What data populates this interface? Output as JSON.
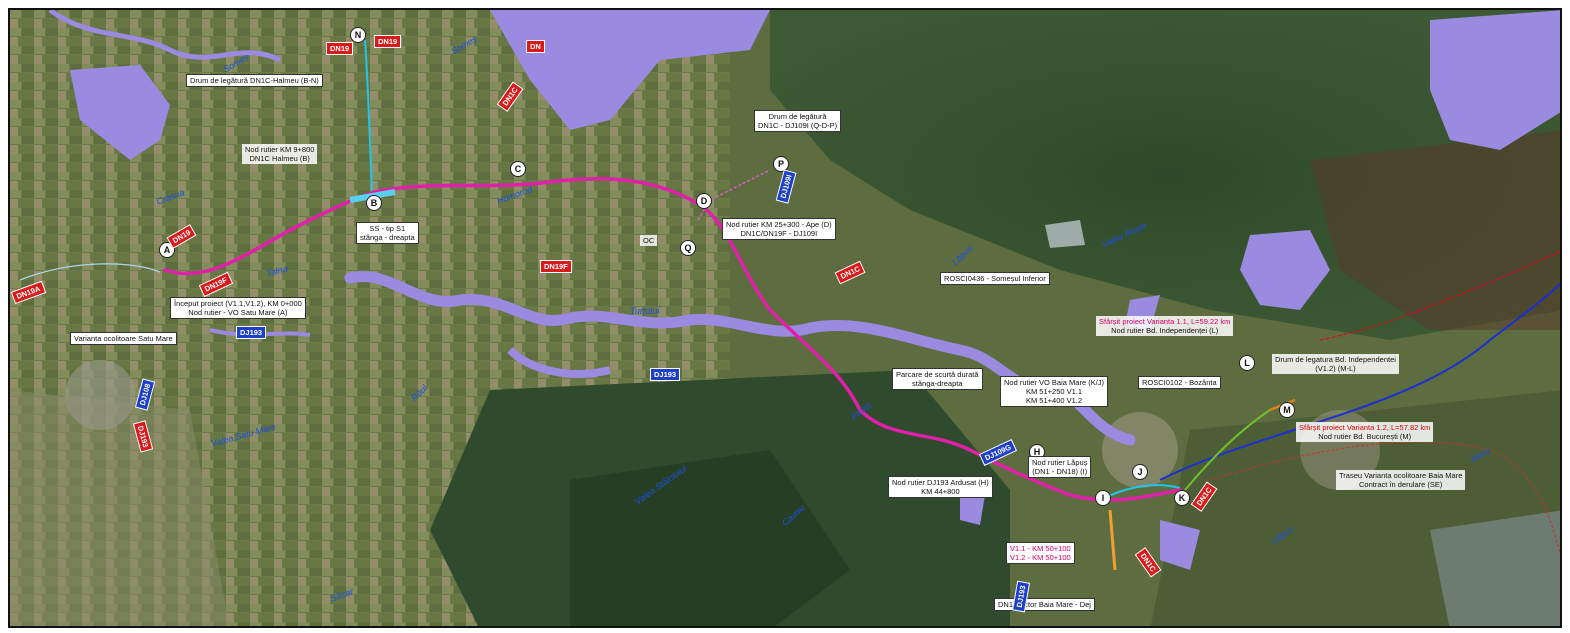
{
  "labels": {
    "halmeu_link": "Drum de legătură DN1C-Halmeu (B-N)",
    "nod_km9_l1": "Nod rutier KM 9+800",
    "nod_km9_l2": "DN1C Halmeu (B)",
    "drum_legatura_l1": "Drum de legătură",
    "drum_legatura_l2": "DN1C - DJ109I (Q-D-P)",
    "ss_l1": "SS - tip S1",
    "ss_l2": "stânga - dreapta",
    "ape_l1": "Nod rutier KM 25+300 - Ape (D)",
    "ape_l2": "DN1C/DN19F - DJ109I",
    "inceput_l1": "Început proiect (V1.1,V1.2), KM 0+000",
    "inceput_l2": "Nod rutier - VO Satu Mare (A)",
    "varianta_satu_mare": "Varianta ocolitoare Satu Mare",
    "rosci0436": "ROSCI0436 - Someșul Inferior",
    "sfarsit_v11_l1": "Sfârșit proiect Varianta 1.1, L=59.22 km",
    "sfarsit_v11_l2": "Nod rutier Bd. Independenței (L)",
    "drum_indep_l1": "Drum de legatura Bd. Independentei",
    "drum_indep_l2": "(V1.2) (M-L)",
    "rosci0102": "ROSCI0102 - Bozânta",
    "parcare_l1": "Parcare de scurtă durată",
    "parcare_l2": "stânga-dreapta",
    "nod_vo_baia_l1": "Nod rutier VO Baia Mare (K/J)",
    "nod_vo_baia_l2": "KM 51+250 V1.1",
    "nod_vo_baia_l3": "KM 51+400 V1.2",
    "sfarsit_v12_l1": "Sfârșit proiect Varianta 1.2, L=57.82 km",
    "sfarsit_v12_l2": "Nod rutier Bd. București (M)",
    "lapus_l1": "Nod rutier Lăpuș",
    "lapus_l2": "(DN1 - DN18) (I)",
    "traseu_l1": "Traseu Varianta ocolitoare Baia Mare",
    "traseu_l2": "Contract în derulare (SE)",
    "ardusat_l1": "Nod rutier DJ193 Ardusat (H)",
    "ardusat_l2": "KM 44+800",
    "v11_km": "V1.1 - KM 50+100",
    "v12_km": "V1.2 - KM 50+100",
    "dn1_sector": "DN1 Sector Baia Mare - Dej",
    "oc": "OC"
  },
  "roads": {
    "dn19_a": "DN19",
    "dn19_b": "DN19",
    "dn1c_top": "DN1C",
    "dn_top": "DN",
    "dn19_left": "DN19",
    "dn19a": "DN19A",
    "dn19f_left": "DN19F",
    "dn19f": "DN19F",
    "dn1c_mid": "DN1C",
    "dn1c_k": "DN1C",
    "dn1c_bottom": "DN1C",
    "dj109i": "DJ109I",
    "dj193": "DJ193",
    "dj193b": "DJ193",
    "dj193c": "DJ193",
    "dj108": "DJ108",
    "dj109g": "DJ109G",
    "dj193d": "DJ193"
  },
  "nodes": [
    "A",
    "B",
    "C",
    "D",
    "P",
    "N",
    "Q",
    "H",
    "I",
    "J",
    "K",
    "L",
    "M"
  ],
  "rivers": {
    "somes_left": "Someș",
    "somes_mid": "Someș",
    "crasna": "Crasna",
    "lapus": "Lăpuș",
    "valea_satu_mare": "Valea Satu Mare",
    "valea_sodoi": "Valea Stâlciului",
    "homorod": "Homorod",
    "talna": "Talna",
    "turtului": "Turțului",
    "rau_a": "Râul",
    "sasar": "Săsar",
    "firiza": "Firiza",
    "cavnic": "Cavnic",
    "lapus2": "Lăpuș",
    "valea_rosie": "Valea Roșie",
    "maramures": "Mara"
  },
  "colors": {
    "route_magenta": "#e020a8",
    "link_cyan": "#22c4e8",
    "water": "#9a8ae0",
    "road_red": "#d81a1a",
    "road_blue": "#1e3fc8"
  }
}
